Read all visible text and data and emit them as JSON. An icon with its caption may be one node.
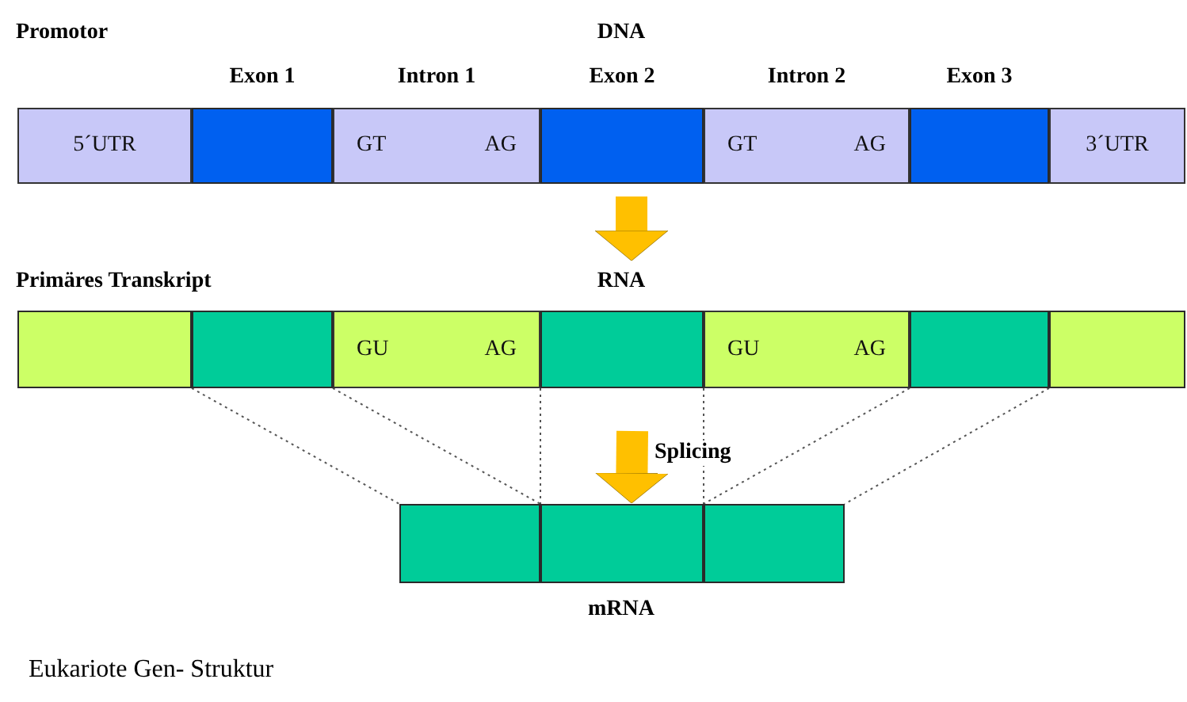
{
  "diagram": {
    "caption": "Eukariote Gen- Struktur",
    "nodes": [
      {
        "text": [
          "5´UTR"
        ]
      },
      {
        "text": [],
        "shape": "box",
        "beside": [
          "Exon 1"
        ]
      },
      {
        "text": [
          "GT",
          "AG"
        ],
        "beside": [
          "Intron 1"
        ]
      },
      {
        "text": [],
        "shape": "box",
        "beside": [
          "Exon 2"
        ]
      },
      {
        "text": [
          "GT",
          "AG"
        ],
        "beside": [
          "Intron 2"
        ]
      },
      {
        "text": [],
        "shape": "box",
        "beside": [
          "Exon 3"
        ]
      },
      {
        "text": [
          "3´UTR"
        ]
      },
      {
        "text": [],
        "shape": "box"
      },
      {
        "text": [],
        "shape": "box"
      },
      {
        "text": [
          "GU",
          "AG"
        ]
      },
      {
        "text": [],
        "shape": "box"
      },
      {
        "text": [
          "GU",
          "AG"
        ]
      },
      {
        "text": [],
        "shape": "box"
      },
      {
        "text": [],
        "shape": "box"
      },
      {
        "text": [],
        "shape": "box"
      },
      {
        "text": [],
        "shape": "box"
      },
      {
        "text": [],
        "shape": "box"
      }
    ],
    "edges": [
      {
        "from": 3,
        "to": 10,
        "arrow": "to",
        "style": "thick",
        "color": "#ffc000"
      },
      {
        "from": null,
        "to": 15,
        "arrow": "to",
        "style": "thick",
        "color": "#ffc000",
        "label": "Splicing"
      },
      {
        "from": 8,
        "to": 14,
        "arrow": "none",
        "style": "dashed"
      },
      {
        "from": 8,
        "to": 14,
        "arrow": "none",
        "style": "dashed"
      },
      {
        "from": 10,
        "to": 15,
        "arrow": "none",
        "style": "dashed"
      },
      {
        "from": 10,
        "to": 15,
        "arrow": "none",
        "style": "dashed"
      },
      {
        "from": 12,
        "to": 16,
        "arrow": "none",
        "style": "dashed"
      },
      {
        "from": 12,
        "to": 16,
        "arrow": "none",
        "style": "dashed"
      }
    ],
    "labels": [
      "Promotor",
      "DNA",
      "Primäres Transkript",
      "RNA",
      "mRNA"
    ]
  }
}
